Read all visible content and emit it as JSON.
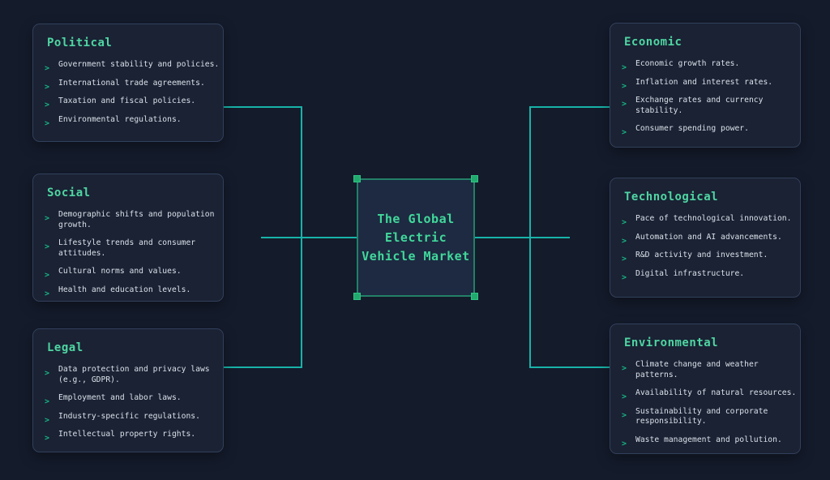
{
  "list_marker": ">",
  "colors": {
    "background": "#141b2b",
    "box_fill": "#1a2234",
    "box_border": "#32405b",
    "heading_green": "#4fd6a2",
    "body_text": "#dbe0e8",
    "marker_green": "#18b381",
    "connector_teal": "#17b3a8",
    "center_fill": "#1d2a41",
    "center_border": "#269e76",
    "handle_green": "#22aa6e",
    "center_text": "#41d89b"
  },
  "center": {
    "line1": "The Global",
    "line2": "Electric",
    "line3": "Vehicle Market"
  },
  "boxes": {
    "political": {
      "title": "Political",
      "items": [
        "Government stability and policies.",
        "International trade agreements.",
        "Taxation and fiscal policies.",
        "Environmental regulations."
      ]
    },
    "social": {
      "title": "Social",
      "items": [
        "Demographic shifts and population growth.",
        "Lifestyle trends and consumer attitudes.",
        "Cultural norms and values.",
        "Health and education levels."
      ]
    },
    "legal": {
      "title": "Legal",
      "items": [
        "Data protection and privacy laws (e.g., GDPR).",
        "Employment and labor laws.",
        "Industry-specific regulations.",
        "Intellectual property rights."
      ]
    },
    "economic": {
      "title": "Economic",
      "items": [
        "Economic growth rates.",
        "Inflation and interest rates.",
        "Exchange rates and currency stability.",
        "Consumer spending power."
      ]
    },
    "technological": {
      "title": "Technological",
      "items": [
        "Pace of technological innovation.",
        "Automation and AI advancements.",
        "R&D activity and investment.",
        "Digital infrastructure."
      ]
    },
    "environmental": {
      "title": "Environmental",
      "items": [
        "Climate change and weather patterns.",
        "Availability of natural resources.",
        "Sustainability and corporate responsibility.",
        "Waste management and pollution."
      ]
    }
  }
}
